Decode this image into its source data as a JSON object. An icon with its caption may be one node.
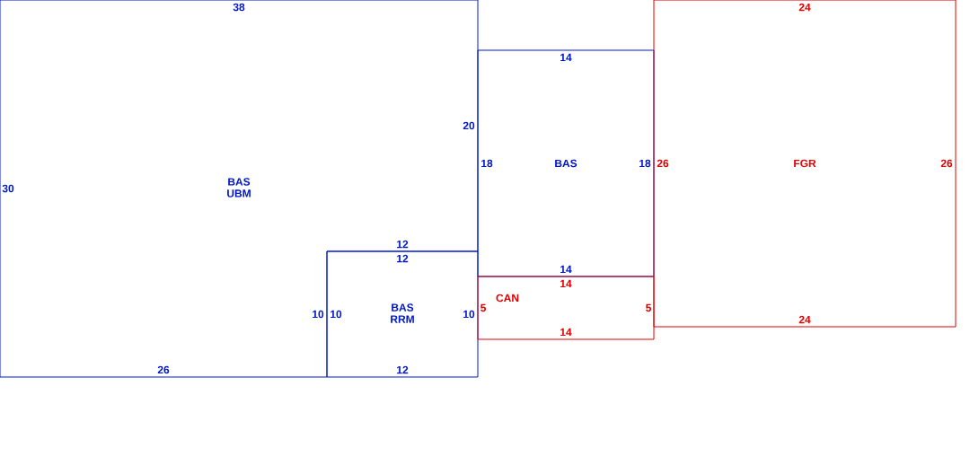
{
  "diagram": {
    "nodes": [
      {
        "text": [
          "BAS UBM",
          "38",
          "20",
          "12",
          "10",
          "26",
          "30"
        ]
      },
      {
        "text": [
          "BAS RRM",
          "12",
          "10",
          "10",
          "12"
        ]
      },
      {
        "text": [
          "BAS",
          "14",
          "18",
          "18",
          "14"
        ]
      },
      {
        "text": [
          "CAN",
          "14",
          "5",
          "5",
          "14"
        ]
      },
      {
        "text": [
          "FGR",
          "24",
          "26",
          "26",
          "24"
        ]
      }
    ]
  }
}
